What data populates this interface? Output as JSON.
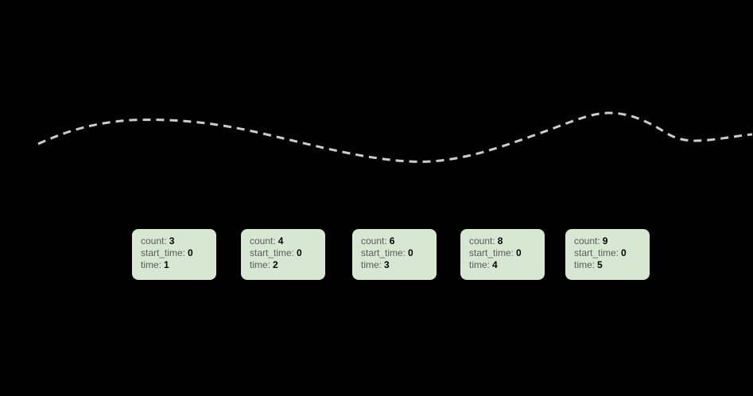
{
  "canvas": {
    "background_color": "#000000"
  },
  "curve": {
    "color": "#cccccc",
    "style": "dashed"
  },
  "box_style": {
    "fill_color": "#d7e8d2",
    "label_color": "#5b5b5b",
    "value_color": "#000000"
  },
  "boxes": [
    {
      "lines": [
        {
          "label": "count:",
          "value": "3"
        },
        {
          "label": "start_time:",
          "value": "0"
        },
        {
          "label": "time:",
          "value": "1"
        }
      ]
    },
    {
      "lines": [
        {
          "label": "count:",
          "value": "4"
        },
        {
          "label": "start_time:",
          "value": "0"
        },
        {
          "label": "time:",
          "value": "2"
        }
      ]
    },
    {
      "lines": [
        {
          "label": "count:",
          "value": "6"
        },
        {
          "label": "start_time:",
          "value": "0"
        },
        {
          "label": "time:",
          "value": "3"
        }
      ]
    },
    {
      "lines": [
        {
          "label": "count:",
          "value": "8"
        },
        {
          "label": "start_time:",
          "value": "0"
        },
        {
          "label": "time:",
          "value": "4"
        }
      ]
    },
    {
      "lines": [
        {
          "label": "count:",
          "value": "9"
        },
        {
          "label": "start_time:",
          "value": "0"
        },
        {
          "label": "time:",
          "value": "5"
        }
      ]
    }
  ]
}
